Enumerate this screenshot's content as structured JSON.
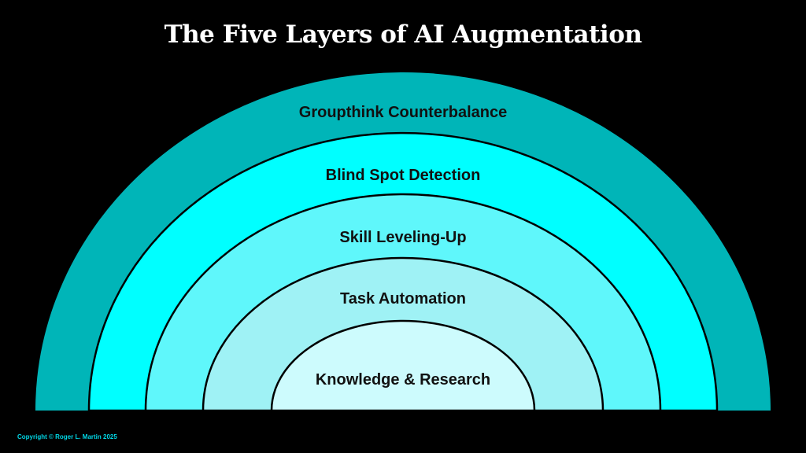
{
  "slide": {
    "title": "The Five Layers of AI Augmentation",
    "copyright": "Copyright © Roger L. Martin 2025"
  },
  "layers": [
    {
      "label": "Groupthink Counterbalance",
      "color": "#00b5b8"
    },
    {
      "label": "Blind Spot Detection",
      "color": "#00ffff"
    },
    {
      "label": "Skill Leveling-Up",
      "color": "#5ff7fb"
    },
    {
      "label": "Task Automation",
      "color": "#9ff2f5"
    },
    {
      "label": "Knowledge & Research",
      "color": "#cdfbfd"
    }
  ],
  "colors": {
    "background": "#000000",
    "outline": "#000000"
  }
}
